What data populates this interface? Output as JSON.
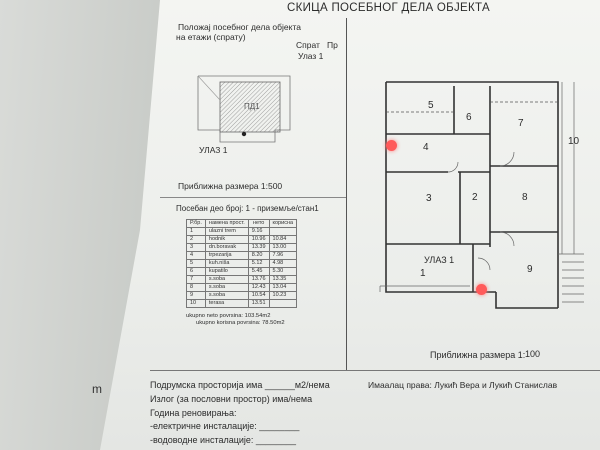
{
  "header": {
    "title": "СКИЦА ПОСЕБНОГ ДЕЛА ОБЈЕКТА"
  },
  "position_box": {
    "line1": "Положај посебног дела објекта",
    "line2": "на етажи (спрату)",
    "floor_label": "Спрат",
    "floor_value": "Пр",
    "entrance": "Улаз 1",
    "site_entrance_label": "УЛАЗ 1",
    "site_unit_tag": "ПД1",
    "site_scale": "Приближна размера 1:500"
  },
  "unit": {
    "title": "Посебан део број: 1 - приземље/стан1"
  },
  "area_table": {
    "headers": [
      "Р.бр.",
      "намена прост.",
      "нето",
      "корисна"
    ],
    "rows": [
      [
        "1",
        "ulazni trem",
        "9.16",
        ""
      ],
      [
        "2",
        "hodnik",
        "10.96",
        "10.84"
      ],
      [
        "3",
        "dn.boravak",
        "13.39",
        "13.00"
      ],
      [
        "4",
        "trpezarija",
        "8.20",
        "7.96"
      ],
      [
        "5",
        "kuh.niša",
        "5.12",
        "4.98"
      ],
      [
        "6",
        "kupatilo",
        "5.45",
        "5.30"
      ],
      [
        "7",
        "s.soba",
        "13.76",
        "13.35"
      ],
      [
        "8",
        "s.soba",
        "12.43",
        "13.04"
      ],
      [
        "9",
        "s.soba",
        "10.54",
        "10.23"
      ],
      [
        "10",
        "terasa",
        "13.51",
        ""
      ]
    ],
    "total_net": "ukupno neto povrsina: 103.54m2",
    "total_usable": "ukupno korisna povrsina: 78.50m2"
  },
  "plan": {
    "rooms": [
      "1",
      "2",
      "3",
      "4",
      "5",
      "6",
      "7",
      "8",
      "9",
      "10"
    ],
    "entrance_label": "УЛАЗ 1",
    "scale_label": "Приближна размера 1:",
    "scale_value": "100"
  },
  "footer": {
    "basement": "Подрумска просторија има ______м2/нема",
    "garage": "Излог (за пословни простор) има/нема",
    "year_label": "Година реновирања:",
    "electric": "-електричне инсталације: ________",
    "water": "-водоводне инсталације: ________",
    "owner": "Имаалац права: Лукић Вера и Лукић Станислав"
  },
  "background_text": "m"
}
